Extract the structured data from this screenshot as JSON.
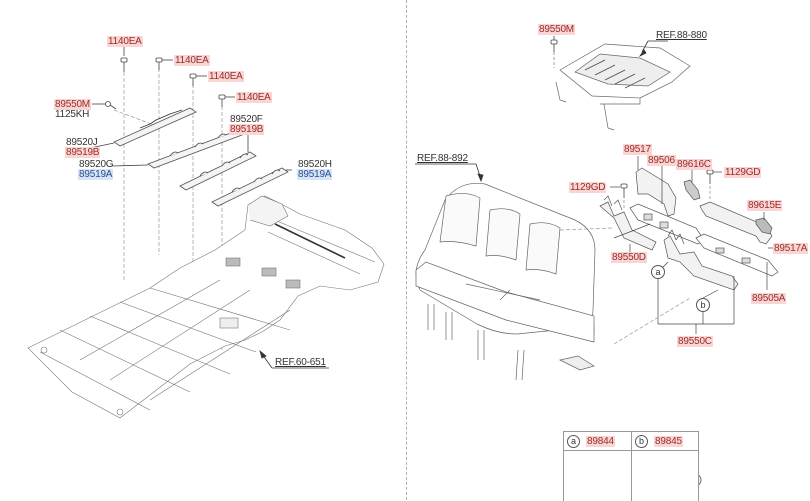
{
  "left_panel": {
    "bolts": [
      {
        "part": "1140EA"
      },
      {
        "part": "1140EA"
      },
      {
        "part": "1140EA"
      },
      {
        "part": "1140EA"
      }
    ],
    "screw": {
      "part_primary": "89550M",
      "part_secondary": "1125KH"
    },
    "rails": [
      {
        "part_top": "89520J",
        "part_bottom": "89519B"
      },
      {
        "part_top": "89520G",
        "part_bottom": "89519A"
      },
      {
        "part_top": "89520F",
        "part_bottom": "89519B"
      },
      {
        "part_top": "89520H",
        "part_bottom": "89519A"
      }
    ],
    "floor_ref": "REF.60-651"
  },
  "right_panel": {
    "seat_frame": {
      "bolt_part": "89550M",
      "ref": "REF.88-880"
    },
    "bench_ref": "REF.88-892",
    "parts": {
      "p89517": "89517",
      "p89506": "89506",
      "p89616C": "89616C",
      "bolt_right": "1129GD",
      "bolt_left": "1129GD",
      "p89615E": "89615E",
      "p89517A": "89517A",
      "p89550D": "89550D",
      "p89505A": "89505A",
      "p89550C": "89550C"
    },
    "callouts": {
      "a": "a",
      "b": "b"
    }
  },
  "legend": {
    "items": [
      {
        "key": "a",
        "part": "89844",
        "icon": "torsion-spring-icon"
      },
      {
        "key": "b",
        "part": "89845",
        "icon": "coil-spring-icon"
      }
    ]
  },
  "colors": {
    "label_red_text": "#9b2c2c",
    "label_red_bg": "#f9d6d3",
    "label_blue_text": "#2a4f8e",
    "label_blue_bg": "#d5e4f6",
    "line": "#555555"
  }
}
